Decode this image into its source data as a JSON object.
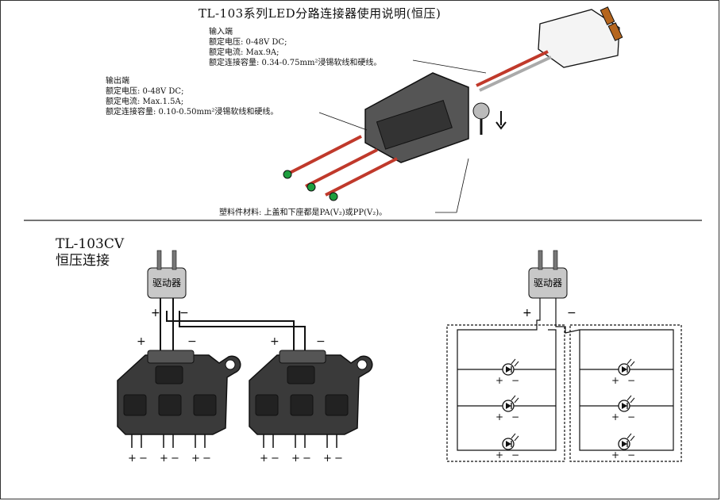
{
  "title": "TL-103系列LED分路连接器使用说明(恒压)",
  "input": {
    "heading": "输入端",
    "voltage": "额定电压: 0-48V DC;",
    "current": "额定电流: Max.9A;",
    "capacity": "额定连接容量: 0.34-0.75mm²浸锡软线和硬线。"
  },
  "output": {
    "heading": "输出端",
    "voltage": "额定电压: 0-48V DC;",
    "current": "额定电流: Max.1.5A;",
    "capacity": "额定连接容量: 0.10-0.50mm²浸锡软线和硬线。"
  },
  "material": "塑料件材料: 上盖和下座都是PA(V₂)或PP(V₂)。",
  "section": {
    "model": "TL-103CV",
    "mode": "恒压连接"
  },
  "driver_label": "驱动器",
  "plus": "+",
  "minus": "−",
  "colors": {
    "line": "#111111",
    "connector": "#3a3a3a",
    "driver": "#c8c8c8",
    "wire_red": "#c0392b",
    "led_green": "#1e9e3e"
  }
}
